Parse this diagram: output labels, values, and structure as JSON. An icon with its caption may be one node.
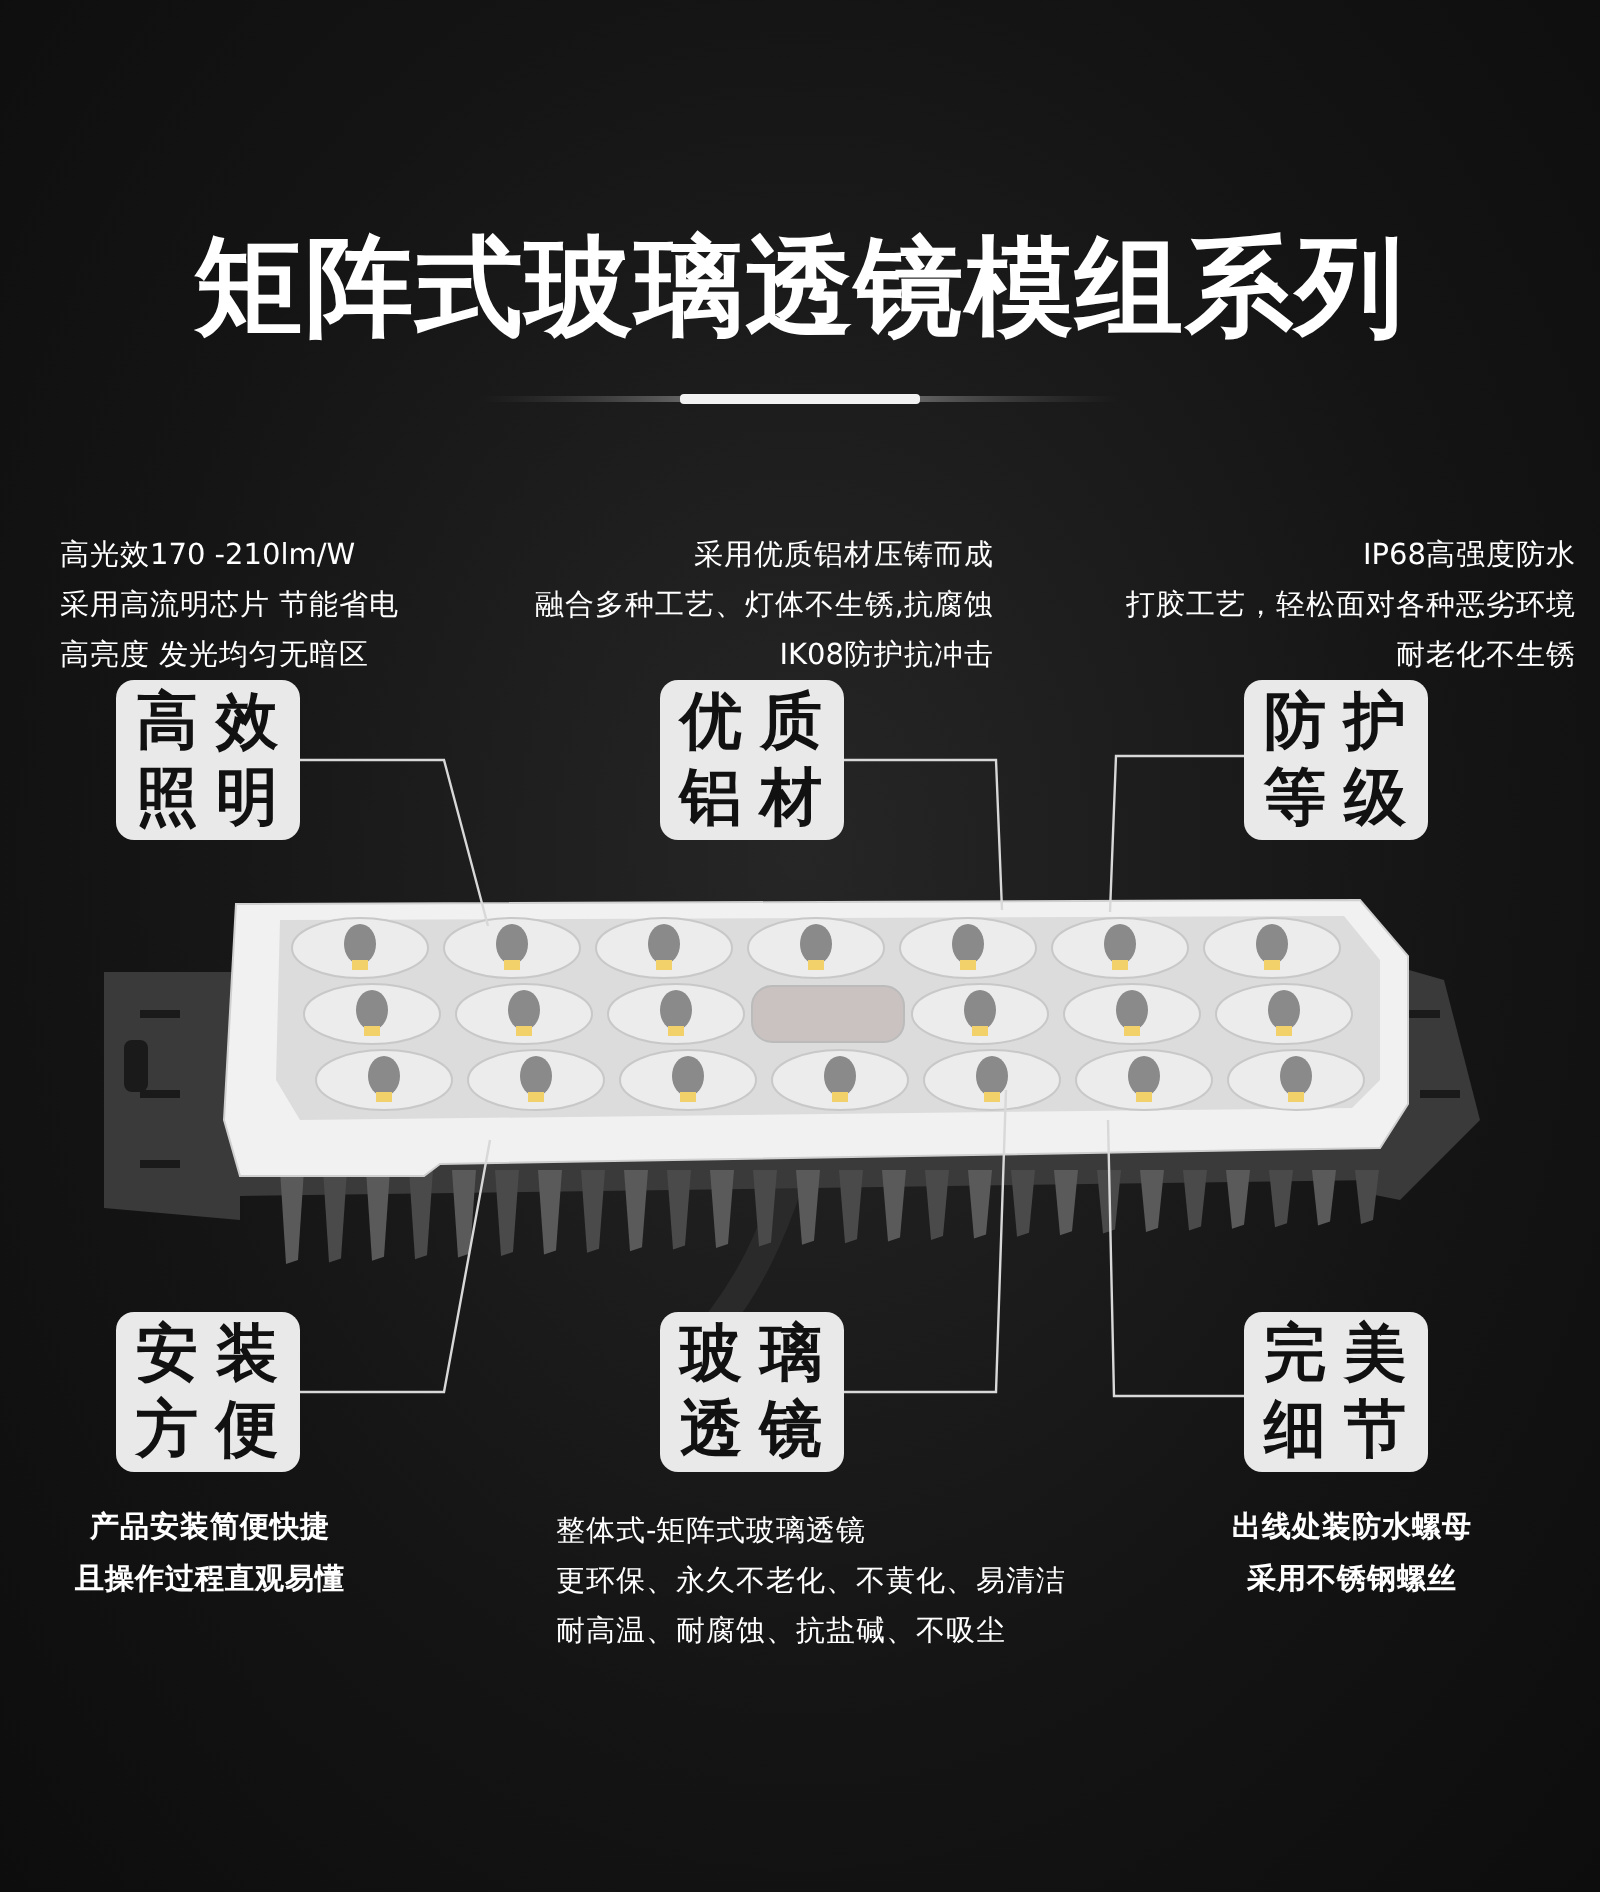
{
  "diagram": {
    "title": "矩阵式玻璃透镜模组系列",
    "nodes": [
      {
        "text": [
          "高效照明"
        ],
        "beside": [
          "高光效170 -210lm/W",
          "采用高流明芯片 节能省电",
          "高亮度 发光均匀无暗区"
        ]
      },
      {
        "text": [
          "优质铝材"
        ],
        "beside": [
          "采用优质铝材压铸而成",
          "融合多种工艺、灯体不生锈,抗腐蚀",
          "IK08防护抗冲击"
        ]
      },
      {
        "text": [
          "防护等级"
        ],
        "beside": [
          "IP68高强度防水",
          "打胶工艺，轻松面对各种恶劣环境",
          "耐老化不生锈"
        ]
      },
      {
        "text": [
          "安装方便"
        ],
        "beside": [
          "产品安装简便快捷",
          "且操作过程直观易懂"
        ]
      },
      {
        "text": [
          "玻璃透镜"
        ],
        "beside": [
          "整体式-矩阵式玻璃透镜",
          "更环保、永久不老化、不黄化、易清洁",
          "耐高温、耐腐蚀、抗盐碱、不吸尘"
        ]
      },
      {
        "text": [
          "完美细节"
        ],
        "beside": [
          "出线处装防水螺母",
          "采用不锈钢螺丝"
        ]
      }
    ],
    "edges": [
      {
        "from": 0,
        "to": null,
        "arrow": "none"
      },
      {
        "from": 1,
        "to": null,
        "arrow": "none"
      },
      {
        "from": 2,
        "to": null,
        "arrow": "none"
      },
      {
        "from": 3,
        "to": null,
        "arrow": "none"
      },
      {
        "from": 4,
        "to": null,
        "arrow": "none"
      },
      {
        "from": 5,
        "to": null,
        "arrow": "none"
      }
    ]
  }
}
